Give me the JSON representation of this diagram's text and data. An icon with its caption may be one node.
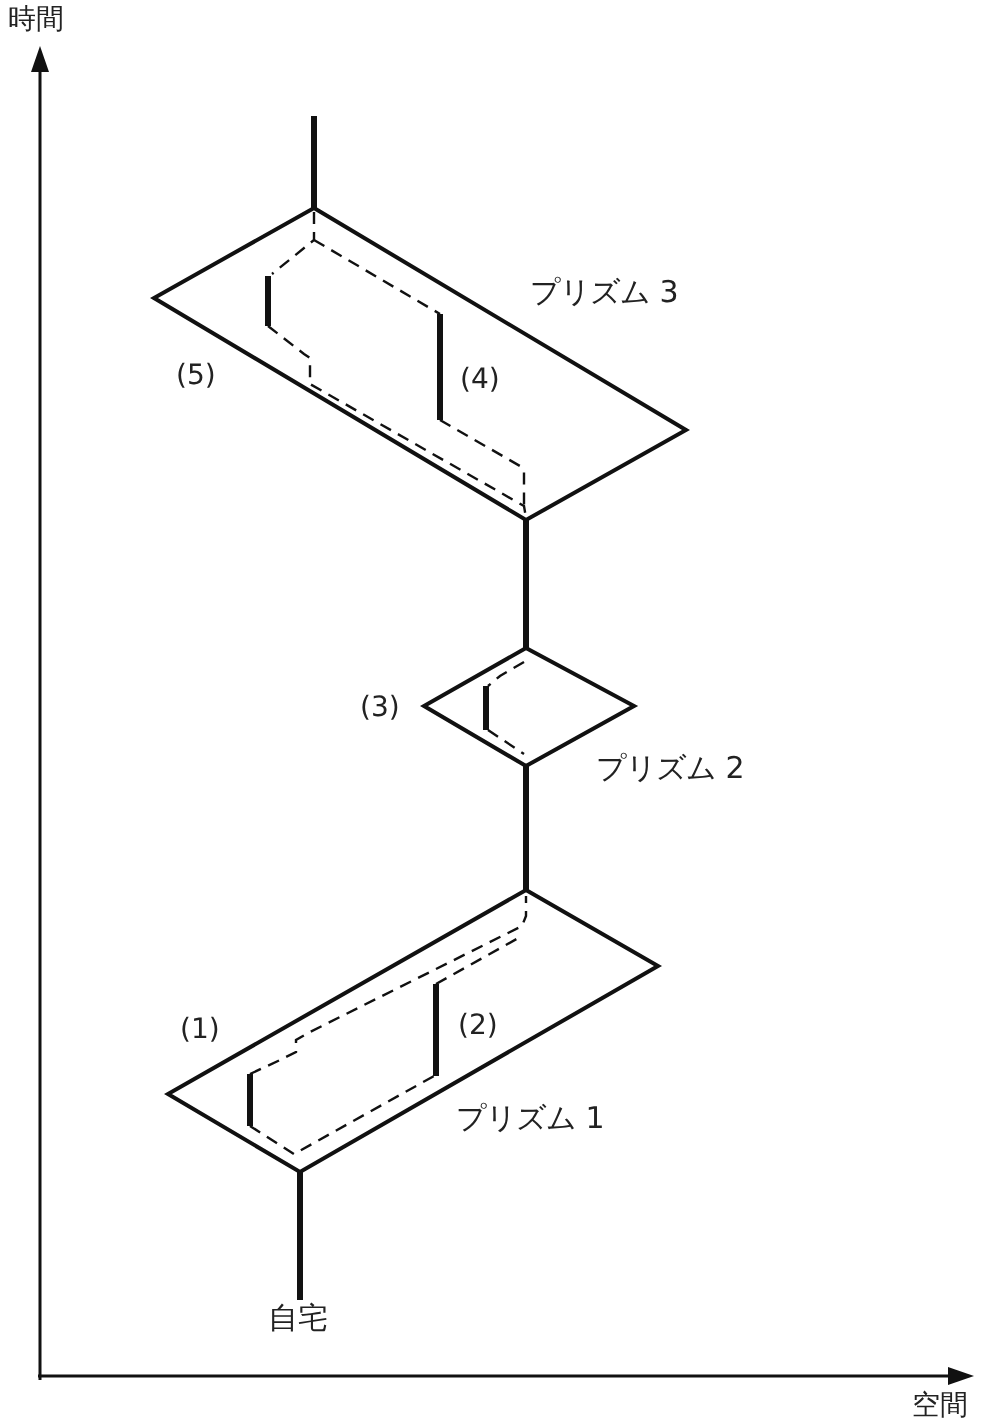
{
  "diagram": {
    "nodes": [
      {
        "text": [
          "プリズム 3"
        ]
      },
      {
        "text": [
          "プリズム 2"
        ]
      },
      {
        "text": [
          "プリズム 1"
        ]
      },
      {
        "text": [
          "自宅"
        ]
      }
    ],
    "edges": [
      {
        "from": 3,
        "to": 2,
        "arrow": "none"
      },
      {
        "from": 2,
        "to": 1,
        "arrow": "none"
      },
      {
        "from": 1,
        "to": 0,
        "arrow": "none"
      },
      {
        "from": 0,
        "to": null,
        "arrow": "none"
      }
    ],
    "labels": [
      "時間",
      "(5)",
      "(4)",
      "(3)",
      "(1)",
      "(2)",
      "空間"
    ]
  }
}
